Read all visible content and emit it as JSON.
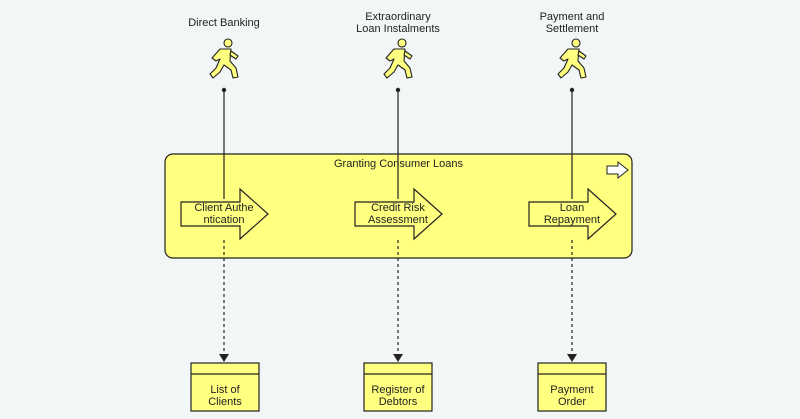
{
  "colors": {
    "background": "#f3f6f6",
    "element_fill": "#ffff80",
    "stroke": "#222222"
  },
  "actors": [
    {
      "label": "Direct Banking",
      "icon": "business-actor-running-figure-icon"
    },
    {
      "label": "Extraordinary\nLoan Instalments",
      "icon": "business-actor-running-figure-icon"
    },
    {
      "label": "Payment and\nSettlement",
      "icon": "business-actor-running-figure-icon"
    }
  ],
  "container": {
    "title": "Granting Consumer Loans",
    "icon": "process-arrow-icon"
  },
  "processes": [
    {
      "label": "Client Authe\nntication"
    },
    {
      "label": "Credit Risk\nAssessment"
    },
    {
      "label": "Loan\nRepayment"
    }
  ],
  "objects": [
    {
      "label": "List of\nClients"
    },
    {
      "label": "Register of\nDebtors"
    },
    {
      "label": "Payment\nOrder"
    }
  ]
}
